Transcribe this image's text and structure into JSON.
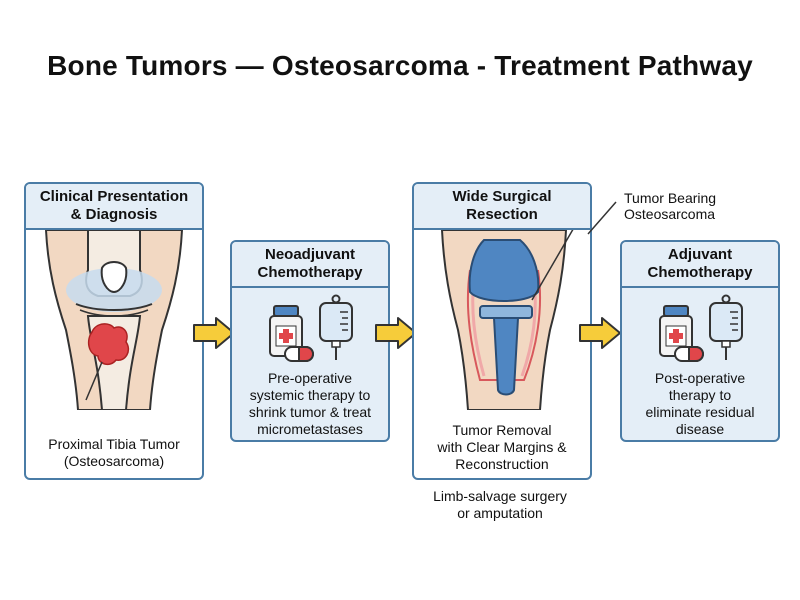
{
  "title": "Bone Tumors — Osteosarcoma - Treatment Pathway",
  "steps": [
    {
      "heading_line1": "Clinical Presentation",
      "heading_line2": "& Diagnosis",
      "caption_line1": "Proximal Tibia Tumor",
      "caption_line2": "(Osteosarcoma)"
    },
    {
      "heading_line1": "Neoadjuvant",
      "heading_line2": "Chemotherapy",
      "desc_line1": "Pre-operative",
      "desc_line2": "systemic therapy to",
      "desc_line3": "shrink tumor & treat",
      "desc_line4": "micrometastases"
    },
    {
      "heading_line1": "Wide Surgical",
      "heading_line2": "Resection",
      "caption_line1": "Tumor Removal",
      "caption_line2": "with Clear Margins &",
      "caption_line3": "Reconstruction",
      "note_line1": "Limb-salvage surgery",
      "note_line2": "or amputation",
      "callout_line1": "Tumor Bearing",
      "callout_line2": "Osteosarcoma"
    },
    {
      "heading_line1": "Adjuvant",
      "heading_line2": "Chemotherapy",
      "desc_line1": "Post-operative",
      "desc_line2": "therapy to",
      "desc_line3": "eliminate residual",
      "desc_line4": "disease"
    }
  ],
  "colors": {
    "card_border": "#4a7ca6",
    "card_header": "#e4eef7",
    "arrow_fill": "#f6cc3a",
    "tumor": "#e0464a",
    "implant": "#4f86c2",
    "skin": "#f2d8c2"
  },
  "icons": [
    "knee-joint-illustration",
    "medicine-bottle-icon",
    "capsule-icon",
    "iv-bag-icon",
    "implant-illustration",
    "flow-arrow-icon"
  ]
}
